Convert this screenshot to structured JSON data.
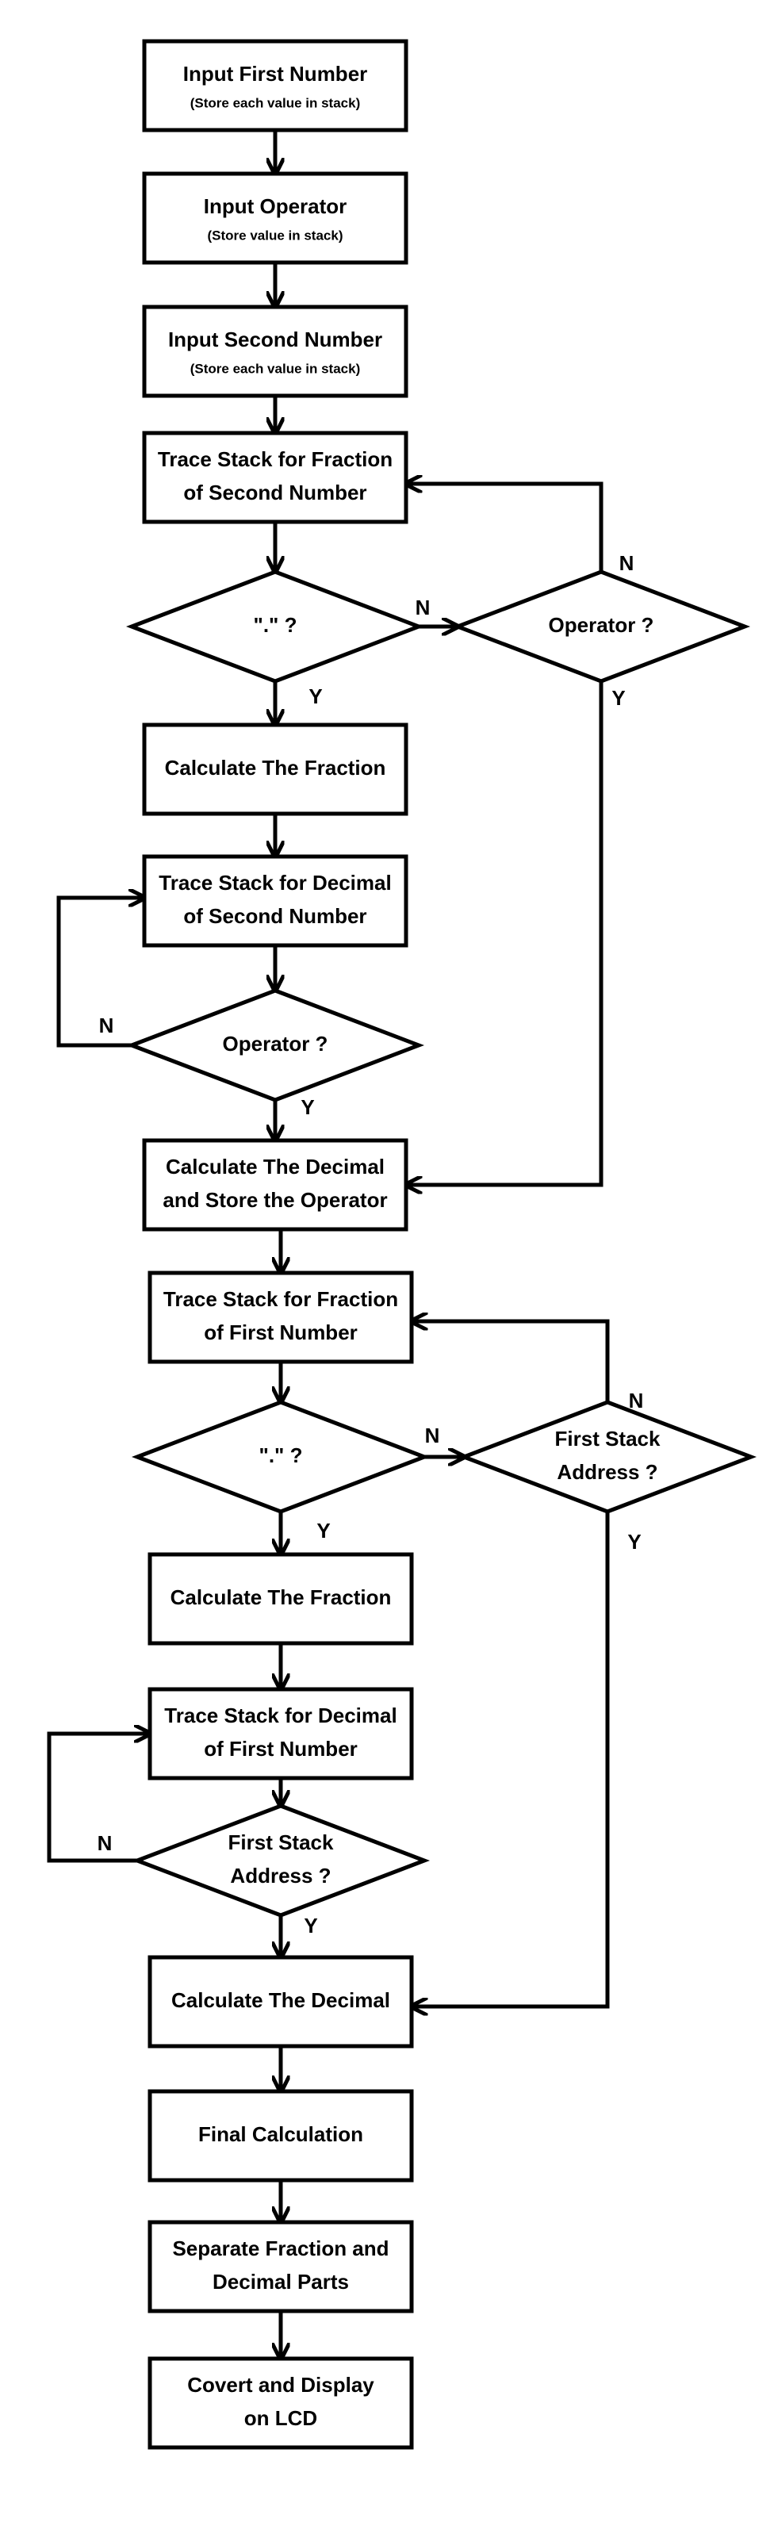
{
  "flowchart": {
    "nodes": [
      {
        "id": "input_first",
        "type": "process",
        "lines": [
          "Input First Number"
        ],
        "sub": [
          "(Store each value in stack)"
        ]
      },
      {
        "id": "input_operator",
        "type": "process",
        "lines": [
          "Input Operator"
        ],
        "sub": [
          "(Store value in stack)"
        ]
      },
      {
        "id": "input_second",
        "type": "process",
        "lines": [
          "Input Second Number"
        ],
        "sub": [
          "(Store each value in stack)"
        ]
      },
      {
        "id": "trace_frac_second",
        "type": "process",
        "lines": [
          "Trace Stack for Fraction",
          "of  Second Number"
        ]
      },
      {
        "id": "dot_check_1",
        "type": "decision",
        "lines": [
          "\".\" ?"
        ]
      },
      {
        "id": "operator_check_1",
        "type": "decision",
        "lines": [
          "Operator ?"
        ]
      },
      {
        "id": "calc_frac_1",
        "type": "process",
        "lines": [
          "Calculate The Fraction"
        ]
      },
      {
        "id": "trace_dec_second",
        "type": "process",
        "lines": [
          "Trace Stack for Decimal",
          "of Second Number"
        ]
      },
      {
        "id": "operator_check_2",
        "type": "decision",
        "lines": [
          "Operator ?"
        ]
      },
      {
        "id": "calc_dec_store_op",
        "type": "process",
        "lines": [
          "Calculate The Decimal",
          "and Store the Operator"
        ]
      },
      {
        "id": "trace_frac_first",
        "type": "process",
        "lines": [
          "Trace Stack for Fraction",
          "of First Number"
        ]
      },
      {
        "id": "dot_check_2",
        "type": "decision",
        "lines": [
          "\".\" ?"
        ]
      },
      {
        "id": "first_addr_check_1",
        "type": "decision",
        "lines": [
          "First Stack",
          "Address ?"
        ]
      },
      {
        "id": "calc_frac_2",
        "type": "process",
        "lines": [
          "Calculate The Fraction"
        ]
      },
      {
        "id": "trace_dec_first",
        "type": "process",
        "lines": [
          "Trace Stack for Decimal",
          "of First Number"
        ]
      },
      {
        "id": "first_addr_check_2",
        "type": "decision",
        "lines": [
          "First Stack",
          "Address ?"
        ]
      },
      {
        "id": "calc_dec",
        "type": "process",
        "lines": [
          "Calculate The Decimal"
        ]
      },
      {
        "id": "final_calc",
        "type": "process",
        "lines": [
          "Final Calculation"
        ]
      },
      {
        "id": "separate",
        "type": "process",
        "lines": [
          "Separate Fraction and",
          "Decimal Parts"
        ]
      },
      {
        "id": "convert_display",
        "type": "process",
        "lines": [
          "Covert and Display",
          "on LCD"
        ]
      }
    ],
    "edges": [
      {
        "from": "input_first",
        "to": "input_operator"
      },
      {
        "from": "input_operator",
        "to": "input_second"
      },
      {
        "from": "input_second",
        "to": "trace_frac_second"
      },
      {
        "from": "trace_frac_second",
        "to": "dot_check_1"
      },
      {
        "from": "dot_check_1",
        "to": "calc_frac_1",
        "label": "Y"
      },
      {
        "from": "dot_check_1",
        "to": "operator_check_1",
        "label": "N"
      },
      {
        "from": "operator_check_1",
        "to": "trace_frac_second",
        "label": "N"
      },
      {
        "from": "operator_check_1",
        "to": "calc_dec_store_op",
        "label": "Y"
      },
      {
        "from": "calc_frac_1",
        "to": "trace_dec_second"
      },
      {
        "from": "trace_dec_second",
        "to": "operator_check_2"
      },
      {
        "from": "operator_check_2",
        "to": "trace_dec_second",
        "label": "N"
      },
      {
        "from": "operator_check_2",
        "to": "calc_dec_store_op",
        "label": "Y"
      },
      {
        "from": "calc_dec_store_op",
        "to": "trace_frac_first"
      },
      {
        "from": "trace_frac_first",
        "to": "dot_check_2"
      },
      {
        "from": "dot_check_2",
        "to": "calc_frac_2",
        "label": "Y"
      },
      {
        "from": "dot_check_2",
        "to": "first_addr_check_1",
        "label": "N"
      },
      {
        "from": "first_addr_check_1",
        "to": "trace_frac_first",
        "label": "N"
      },
      {
        "from": "first_addr_check_1",
        "to": "calc_dec",
        "label": "Y"
      },
      {
        "from": "calc_frac_2",
        "to": "trace_dec_first"
      },
      {
        "from": "trace_dec_first",
        "to": "first_addr_check_2"
      },
      {
        "from": "first_addr_check_2",
        "to": "trace_dec_first",
        "label": "N"
      },
      {
        "from": "first_addr_check_2",
        "to": "calc_dec",
        "label": "Y"
      },
      {
        "from": "calc_dec",
        "to": "final_calc"
      },
      {
        "from": "final_calc",
        "to": "separate"
      },
      {
        "from": "separate",
        "to": "convert_display"
      }
    ]
  }
}
